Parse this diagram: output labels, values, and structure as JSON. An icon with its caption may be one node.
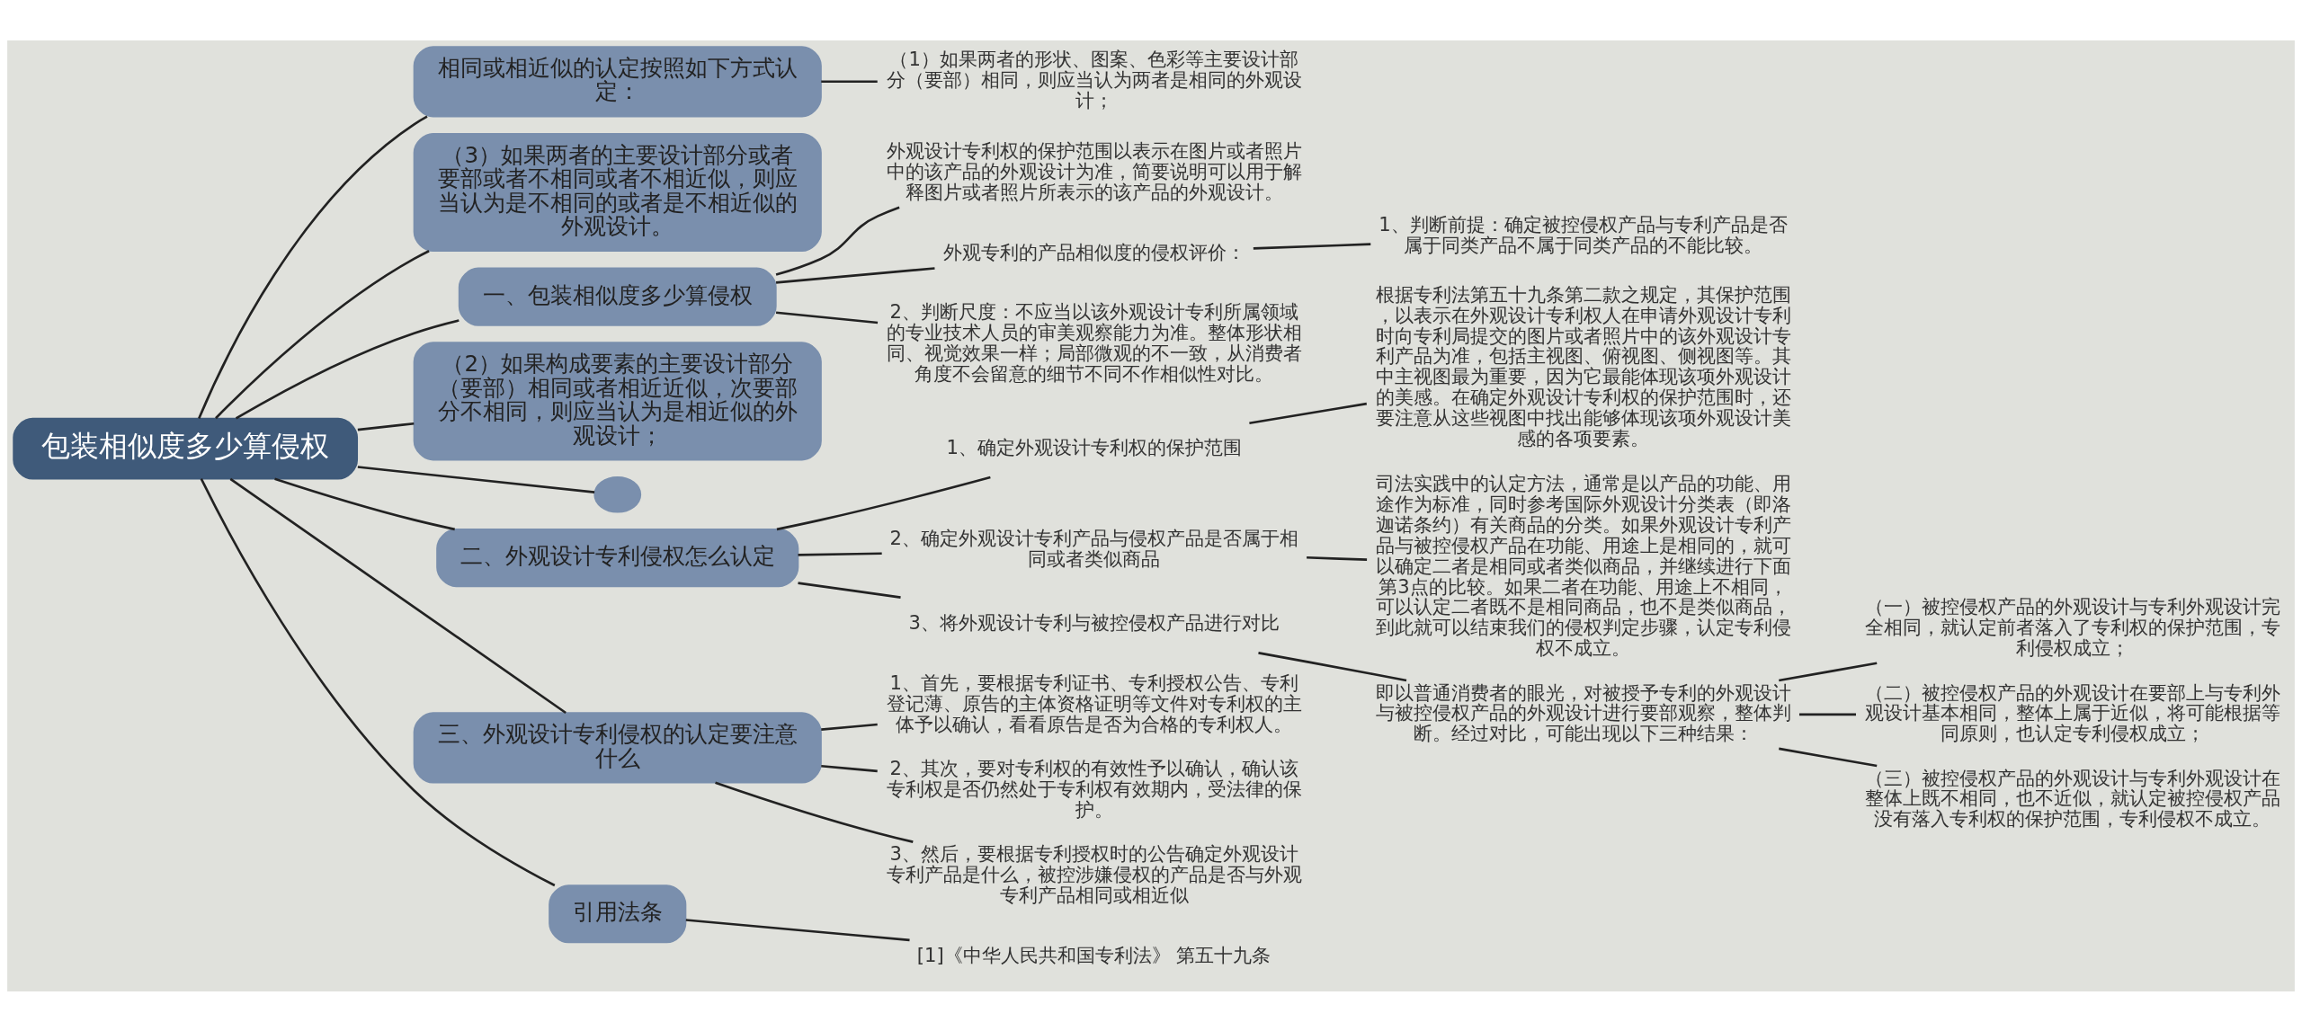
{
  "diagram": {
    "nodes": [
      {
        "text": [
          "包装相似度多少算侵权"
        ]
      },
      {
        "text": [
          "相同或相近似的认定按照如下方式认定："
        ]
      },
      {
        "text": [
          "（1）如果两者的形状、图案、色彩等主要设计部分（要部）相同，则应当认为两者是相同的外观设计；"
        ]
      },
      {
        "text": [
          "（3）如果两者的主要设计部分或者要部或者不相同或者不相近似，则应当认为是不相同的或者是不相近似的外观设计。"
        ]
      },
      {
        "text": [
          "一、包装相似度多少算侵权"
        ]
      },
      {
        "text": [
          "外观设计专利权的保护范围以表示在图片或者照片中的该产品的外观设计为准，简要说明可以用于解释图片或者照片所表示的该产品的外观设计。"
        ]
      },
      {
        "text": [
          "外观专利的产品相似度的侵权评价："
        ]
      },
      {
        "text": [
          "1、判断前提：确定被控侵权产品与专利产品是否属于同类产品不属于同类产品的不能比较。"
        ]
      },
      {
        "text": [
          "2、判断尺度：不应当以该外观设计专利所属领域的专业技术人员的审美观察能力为准。整体形状相同、视觉效果一样；局部微观的不一致，从消费者角度不会留意的细节不同不作相似性对比。"
        ]
      },
      {
        "text": [
          "（2）如果构成要素的主要设计部分（要部）相同或者相近近似，次要部分不相同，则应当认为是相近似的外观设计；"
        ]
      },
      {
        "text": [],
        "shape": "ellipse"
      },
      {
        "text": [
          "二、外观设计专利侵权怎么认定"
        ]
      },
      {
        "text": [
          "1、确定外观设计专利权的保护范围"
        ]
      },
      {
        "text": [
          "根据专利法第五十九条第二款之规定，其保护范围，以表示在外观设计专利权人在申请外观设计专利时向专利局提交的图片或者照片中的该外观设计专利产品为准，包括主视图、俯视图、侧视图等。其中主视图最为重要，因为它最能体现该项外观设计的美感。在确定外观设计专利权的保护范围时，还要注意从这些视图中找出能够体现该项外观设计美感的各项要素。"
        ]
      },
      {
        "text": [
          "2、确定外观设计专利产品与侵权产品是否属于相同或者类似商品"
        ]
      },
      {
        "text": [
          "司法实践中的认定方法，通常是以产品的功能、用途作为标准，同时参考国际外观设计分类表（即洛迦诺条约）有关商品的分类。如果外观设计专利产品与被控侵权产品在功能、用途上是相同的，就可以确定二者是相同或者类似商品，并继续进行下面第3点的比较。如果二者在功能、用途上不相同，可以认定二者既不是相同商品，也不是类似商品，到此就可以结束我们的侵权判定步骤，认定专利侵权不成立。"
        ]
      },
      {
        "text": [
          "3、将外观设计专利与被控侵权产品进行对比"
        ]
      },
      {
        "text": [
          "即以普通消费者的眼光，对被授予专利的外观设计与被控侵权产品的外观设计进行要部观察，整体判断。经过对比，可能出现以下三种结果："
        ]
      },
      {
        "text": [
          "（一）被控侵权产品的外观设计与专利外观设计完全相同，就认定前者落入了专利权的保护范围，专利侵权成立；"
        ]
      },
      {
        "text": [
          "（二）被控侵权产品的外观设计在要部上与专利外观设计基本相同，整体上属于近似，将可能根据等同原则，也认定专利侵权成立；"
        ]
      },
      {
        "text": [
          "（三）被控侵权产品的外观设计与专利外观设计在整体上既不相同，也不近似，就认定被控侵权产品没有落入专利权的保护范围，专利侵权不成立。"
        ]
      },
      {
        "text": [
          "三、外观设计专利侵权的认定要注意什么"
        ]
      },
      {
        "text": [
          "1、首先，要根据专利证书、专利授权公告、专利登记薄、原告的主体资格证明等文件对专利权的主体予以确认，看看原告是否为合格的专利权人。"
        ]
      },
      {
        "text": [
          "2、其次，要对专利权的有效性予以确认，确认该专利权是否仍然处于专利权有效期内，受法律的保护。"
        ]
      },
      {
        "text": [
          "3、然后，要根据专利授权时的公告确定外观设计专利产品是什么，被控涉嫌侵权的产品是否与外观专利产品相同或相近似"
        ]
      },
      {
        "text": [
          "引用法条"
        ]
      },
      {
        "text": [
          "[1]《中华人民共和国专利法》 第五十九条"
        ]
      }
    ],
    "edges": [
      {
        "from": 0,
        "to": 1,
        "arrow": "none"
      },
      {
        "from": 1,
        "to": 2,
        "arrow": "none"
      },
      {
        "from": 0,
        "to": 3,
        "arrow": "none"
      },
      {
        "from": 0,
        "to": 4,
        "arrow": "none"
      },
      {
        "from": 4,
        "to": 5,
        "arrow": "none"
      },
      {
        "from": 4,
        "to": 6,
        "arrow": "none"
      },
      {
        "from": 6,
        "to": 7,
        "arrow": "none"
      },
      {
        "from": 4,
        "to": 8,
        "arrow": "none"
      },
      {
        "from": 0,
        "to": 9,
        "arrow": "none"
      },
      {
        "from": 0,
        "to": 10,
        "arrow": "none"
      },
      {
        "from": 0,
        "to": 11,
        "arrow": "none"
      },
      {
        "from": 11,
        "to": 12,
        "arrow": "none"
      },
      {
        "from": 12,
        "to": 13,
        "arrow": "none"
      },
      {
        "from": 11,
        "to": 14,
        "arrow": "none"
      },
      {
        "from": 14,
        "to": 15,
        "arrow": "none"
      },
      {
        "from": 11,
        "to": 16,
        "arrow": "none"
      },
      {
        "from": 16,
        "to": 17,
        "arrow": "none"
      },
      {
        "from": 17,
        "to": 18,
        "arrow": "none"
      },
      {
        "from": 17,
        "to": 19,
        "arrow": "none"
      },
      {
        "from": 17,
        "to": 20,
        "arrow": "none"
      },
      {
        "from": 0,
        "to": 21,
        "arrow": "none"
      },
      {
        "from": 21,
        "to": 22,
        "arrow": "none"
      },
      {
        "from": 21,
        "to": 23,
        "arrow": "none"
      },
      {
        "from": 21,
        "to": 24,
        "arrow": "none"
      },
      {
        "from": 0,
        "to": 25,
        "arrow": "none"
      },
      {
        "from": 25,
        "to": 26,
        "arrow": "none"
      }
    ]
  }
}
